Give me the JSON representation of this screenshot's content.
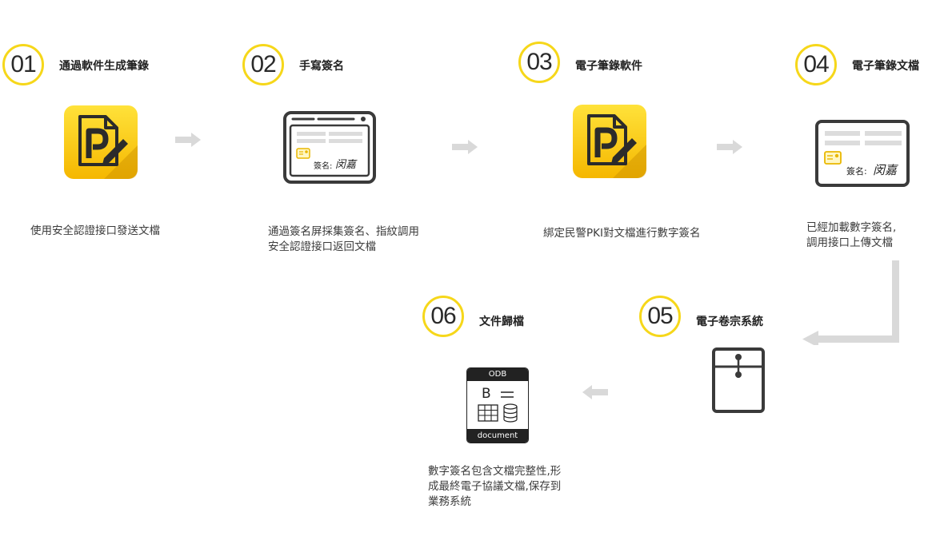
{
  "steps": [
    {
      "number": "01",
      "title": "通過軟件生成筆錄",
      "desc": [
        "使用安全認證接口發送文檔"
      ]
    },
    {
      "number": "02",
      "title": "手寫簽名",
      "desc": [
        "通過簽名屏採集簽名、指紋調用",
        "安全認證接口返回文檔"
      ]
    },
    {
      "number": "03",
      "title": "電子筆錄軟件",
      "desc": [
        "綁定民警PKI對文檔進行數字簽名"
      ]
    },
    {
      "number": "04",
      "title": "電子筆錄文檔",
      "desc": [
        "已經加載數字簽名,",
        "調用接口上傳文檔"
      ]
    },
    {
      "number": "05",
      "title": "電子卷宗系統",
      "desc": []
    },
    {
      "number": "06",
      "title": "文件歸檔",
      "desc": [
        "數字簽名包含文檔完整性,形",
        "成最終電子協議文檔,保存到",
        "業務系統"
      ]
    }
  ],
  "signature_label": "簽名:",
  "signature_text": "闵嘉",
  "odb_icon": {
    "top": "ODB",
    "letter": "B",
    "bottom": "document"
  },
  "colors": {
    "accent": "#f6d71a",
    "arrow": "#d9d9d9",
    "icon_dark": "#3a3a3a"
  }
}
